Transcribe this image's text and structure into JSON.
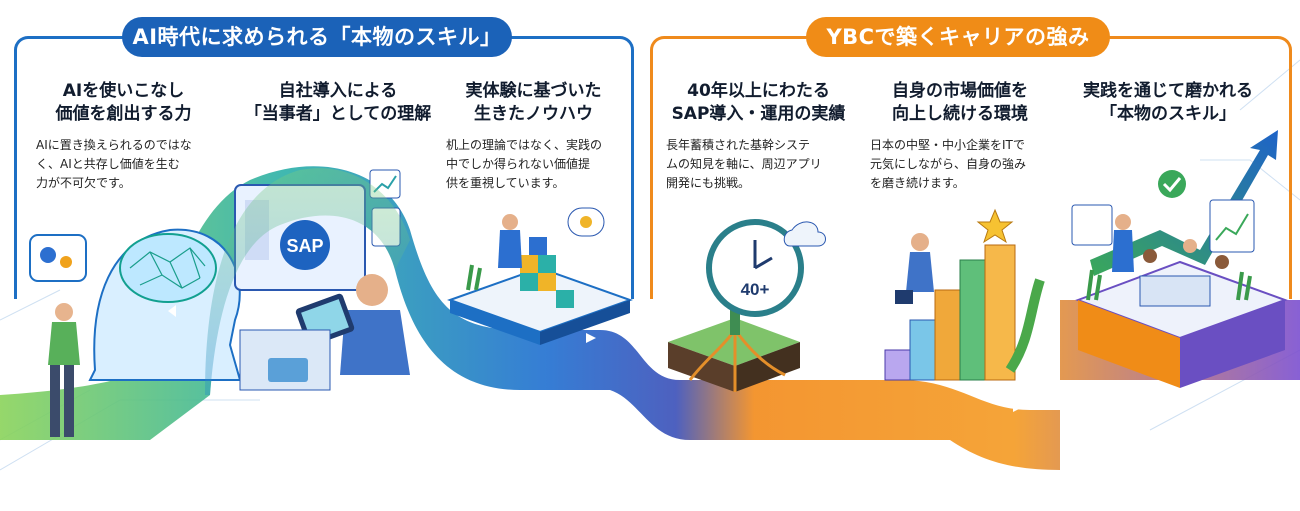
{
  "left_section": {
    "heading": "AI時代に求められる「本物のスキル」",
    "items": [
      {
        "title_lines": [
          "AIを使いこなし",
          "価値を創出する力"
        ],
        "desc_lines": [
          "AIに置き換えられるのではな",
          "く、AIと共存し価値を生む",
          "力が不可欠です。"
        ]
      },
      {
        "title_lines": [
          "自社導入による",
          "「当事者」としての理解"
        ],
        "desc_lines": []
      },
      {
        "title_lines": [
          "実体験に基づいた",
          "生きたノウハウ"
        ],
        "desc_lines": [
          "机上の理論ではなく、実践の",
          "中でしか得られない価値提",
          "供を重視しています。"
        ]
      }
    ]
  },
  "right_section": {
    "heading": "YBCで築くキャリアの強み",
    "items": [
      {
        "title_lines": [
          "40年以上にわたる",
          "SAP導入・運用の実績"
        ],
        "desc_lines": [
          "長年蓄積された基幹システ",
          "ムの知見を軸に、周辺アプリ",
          "開発にも挑戦。"
        ]
      },
      {
        "title_lines": [
          "自身の市場価値を",
          "向上し続ける環境"
        ],
        "desc_lines": [
          "日本の中堅・中小企業をITで",
          "元気にしながら、自身の強み",
          "を磨き続けます。"
        ]
      },
      {
        "title_lines": [
          "実践を通じて磨かれる",
          "「本物のスキル」"
        ],
        "desc_lines": []
      }
    ]
  },
  "illustration": {
    "sap_label": "SAP",
    "clock_label": "40+"
  },
  "colors": {
    "blue": "#1d6fc4",
    "orange": "#ef8a1c",
    "purple": "#6a4fc2",
    "teal": "#2aa7a0"
  }
}
